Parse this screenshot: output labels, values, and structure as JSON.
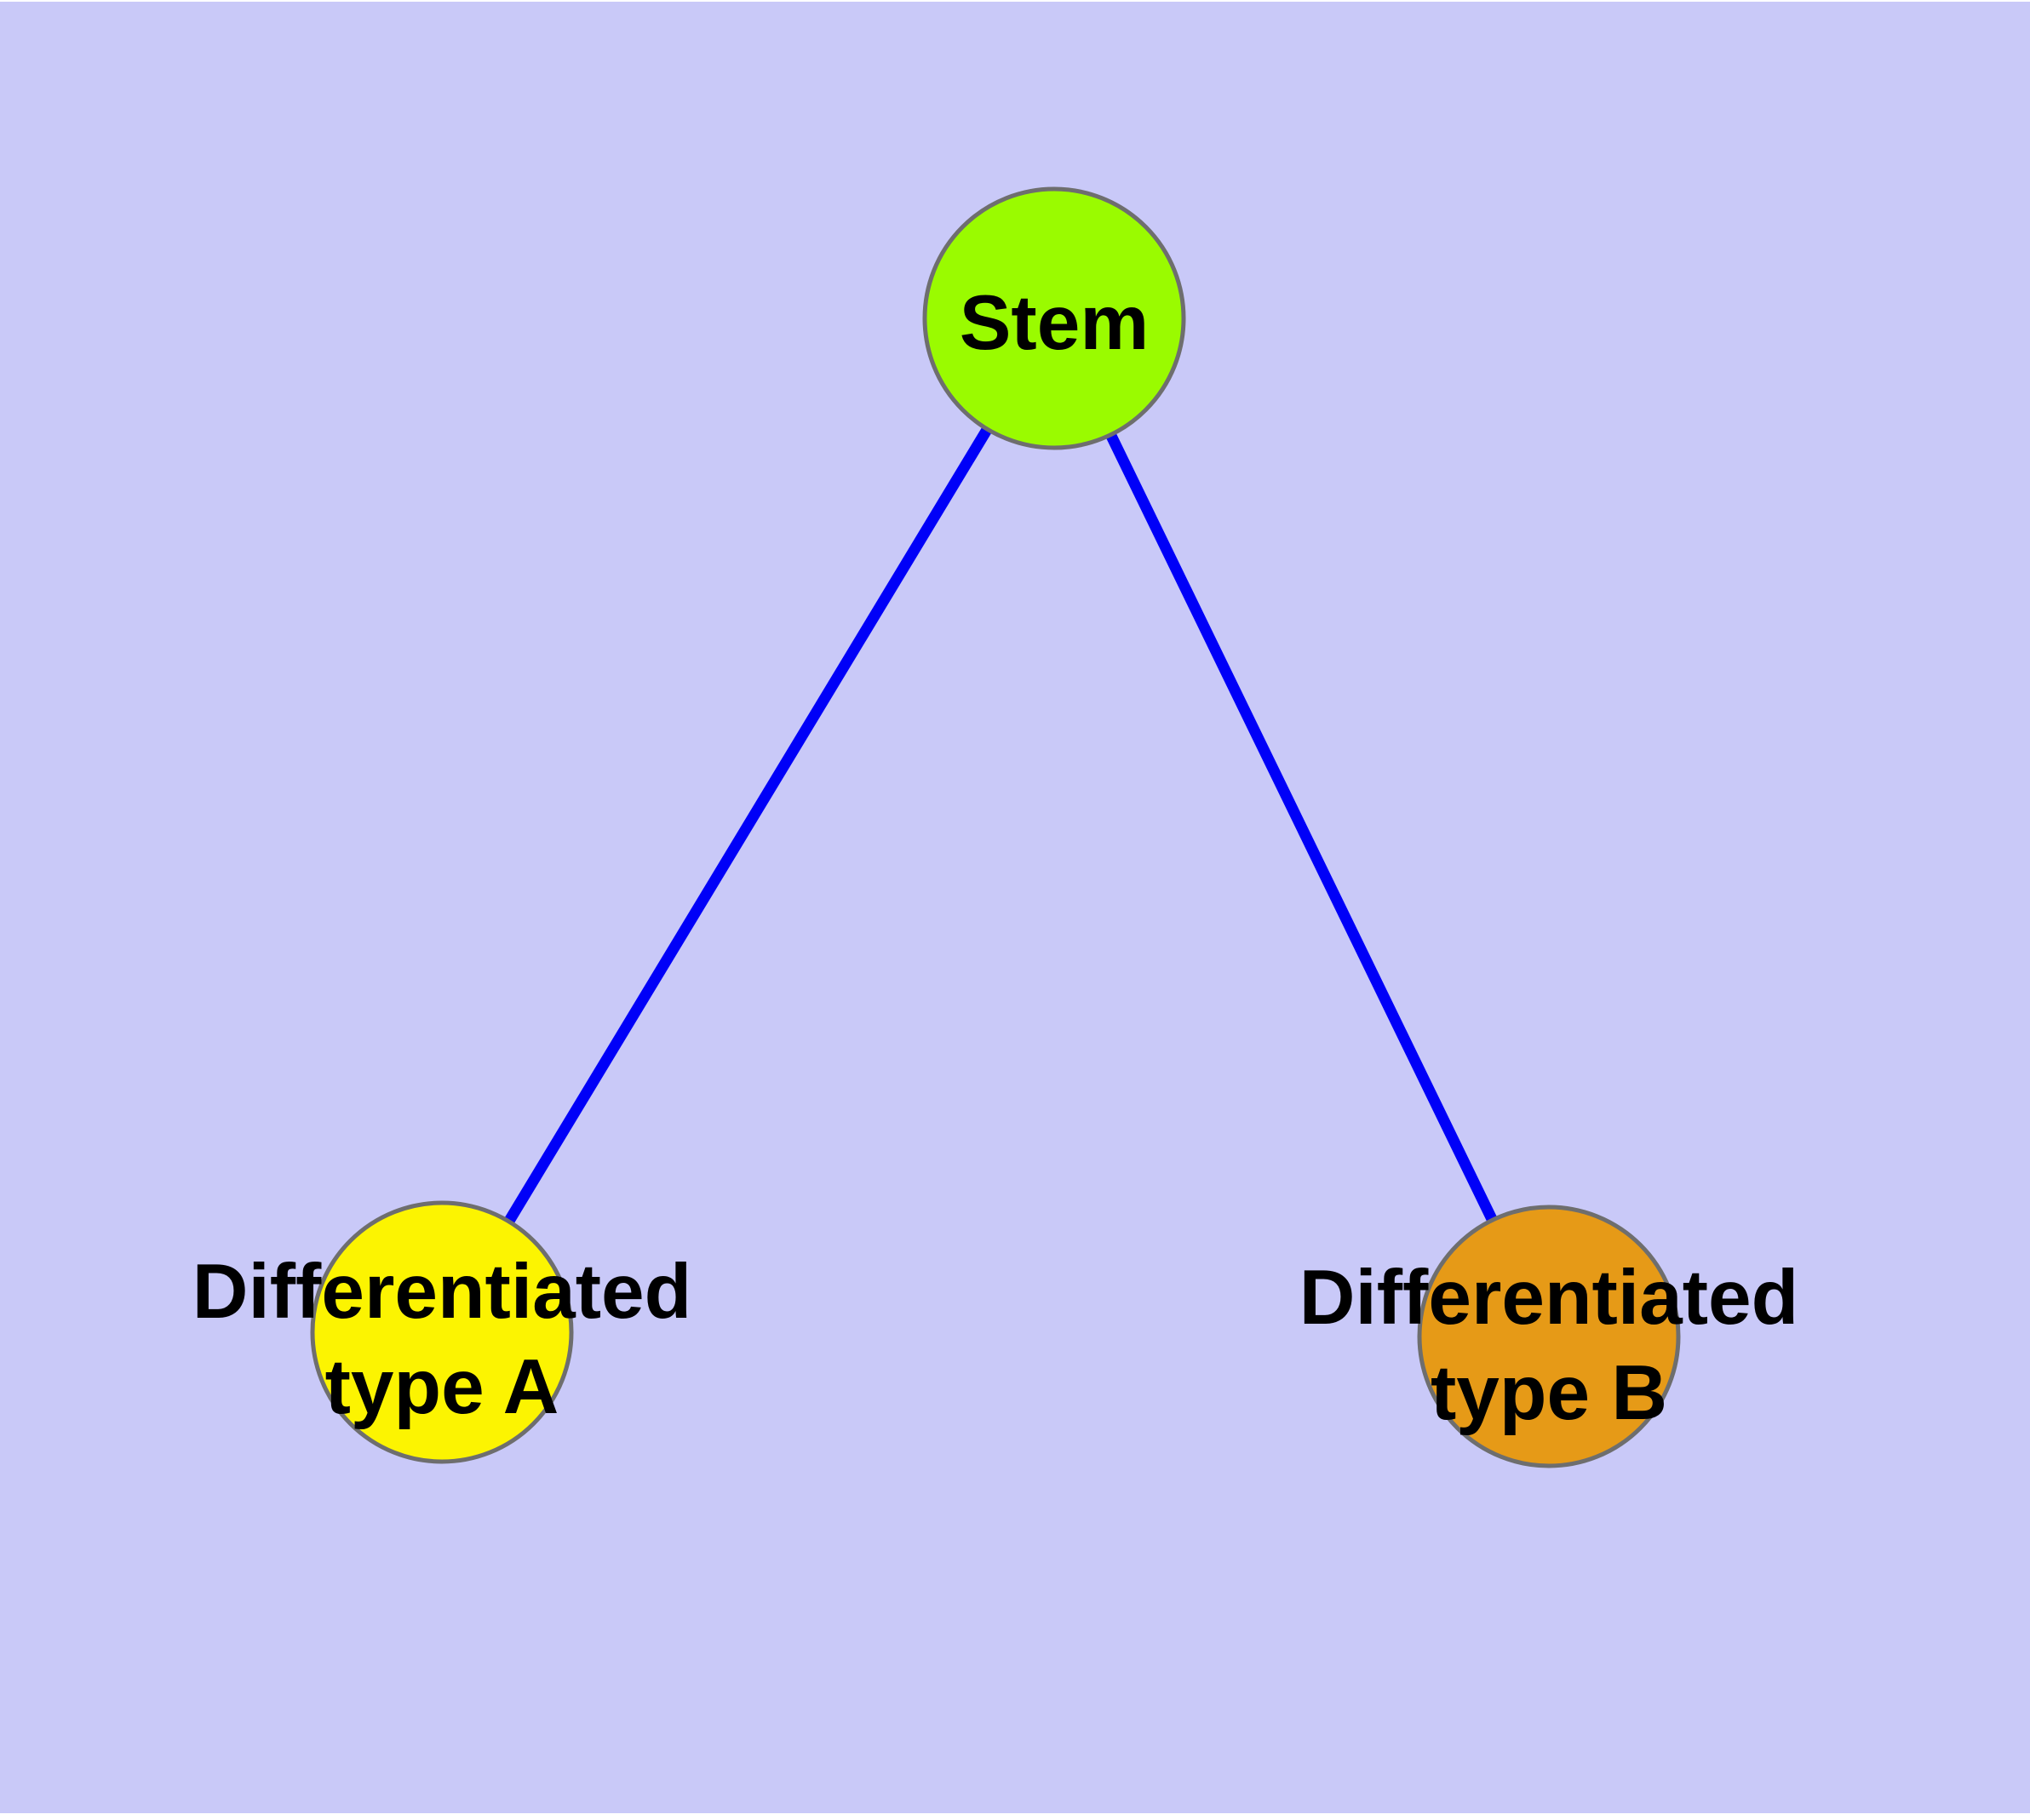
{
  "figure": {
    "margin_color": "#ffffff",
    "background_color": "#c9c9f8"
  },
  "graph": {
    "edge_color": "#0000f8",
    "node_border_color": "#6e6e6e",
    "label_color": "#000000",
    "nodes": [
      {
        "id": "stem",
        "label": "Stem",
        "fill": "#9afb00"
      },
      {
        "id": "differentiated-type-a",
        "label_line1": "Differentiated",
        "label_line2": "type A",
        "fill": "#fcf401"
      },
      {
        "id": "differentiated-type-b",
        "label_line1": "Differentiated",
        "label_line2": "type B",
        "fill": "#e69a17"
      }
    ],
    "edges": [
      {
        "from": "stem",
        "to": "differentiated-type-a"
      },
      {
        "from": "stem",
        "to": "differentiated-type-b"
      }
    ]
  }
}
